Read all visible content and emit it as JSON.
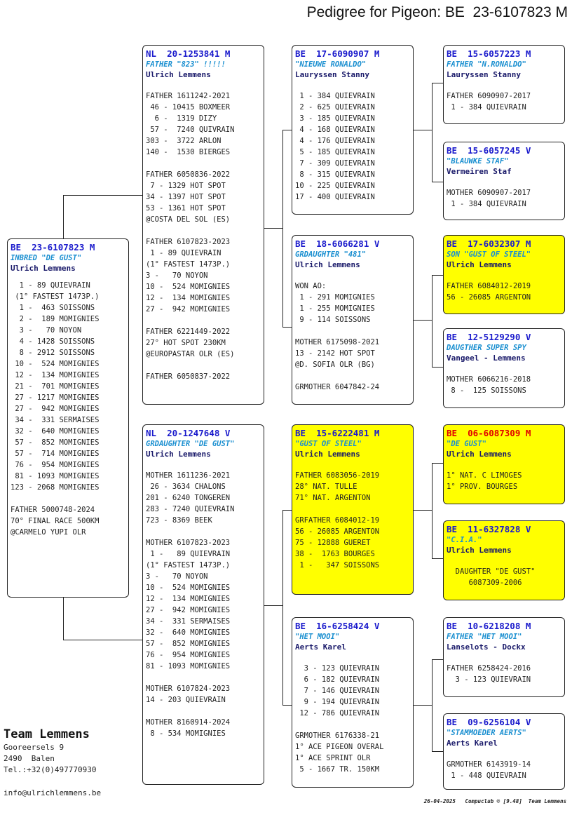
{
  "title": "Pedigree for Pigeon: BE  23-6107823 M",
  "colors": {
    "highlight": "#ffff00",
    "id_blue": "#1a1acc",
    "id_red": "#e00000",
    "name_blue": "#1a8fd0"
  },
  "boxes": {
    "main": {
      "id": "BE  23-6107823 M",
      "name": "INBRED \"DE GUST\"",
      "owner": "Ulrich Lemmens",
      "info": "  1 - 89 QUIEVRAIN\n (1° FASTEST 1473P.)\n  1 -  463 SOISSONS\n  2 -  189 MOMIGNIES\n  3 -   70 NOYON\n  4 - 1428 SOISSONS\n  8 - 2912 SOISSONS\n 10 -  524 MOMIGNIES\n 12 -  134 MOMIGNIES\n 21 -  701 MOMIGNIES\n 27 - 1217 MOMIGNIES\n 27 -  942 MOMIGNIES\n 34 -  331 SERMAISES\n 32 -  640 MOMIGNIES\n 57 -  852 MOMIGNIES\n 57 -  714 MOMIGNIES\n 76 -  954 MOMIGNIES\n 81 - 1093 MOMIGNIES\n123 - 2068 MOMIGNIES\n\nFATHER 5000748-2024\n70° FINAL RACE 500KM\n@CARMELO YUPI OLR"
    },
    "father": {
      "id": "NL  20-1253841 M",
      "name": "FATHER \"823\" !!!!!",
      "owner": "Ulrich Lemmens",
      "info": "FATHER 1611242-2021\n 46 - 10415 BOXMEER\n  6 -  1319 DIZY\n 57 -  7240 QUIVRAIN\n303 -  3722 ARLON\n140 -  1530 BIERGES\n\nFATHER 6050836-2022\n 7 - 1329 HOT SPOT\n34 - 1397 HOT SPOT\n53 - 1361 HOT SPOT\n@COSTA DEL SOL (ES)\n\nFATHER 6107823-2023\n 1 - 89 QUIEVRAIN\n(1° FASTEST 1473P.)\n3 -   70 NOYON\n10 -  524 MOMIGNIES\n12 -  134 MOMIGNIES\n27 -  942 MOMIGNIES\n\nFATHER 6221449-2022\n27° HOT SPOT 230KM\n@EUROPASTAR OLR (ES)\n\nFATHER 6050837-2022"
    },
    "mother": {
      "id": "NL  20-1247648 V",
      "name": "GRDAUGHTER \"DE GUST\"",
      "owner": "Ulrich Lemmens",
      "info": "MOTHER 1611236-2021\n 26 - 3634 CHALONS\n201 - 6240 TONGEREN\n283 - 7240 QUIEVRAIN\n723 - 8369 BEEK\n\nMOTHER 6107823-2023\n 1 -   89 QUIEVRAIN\n(1° FASTEST 1473P.)\n3 -   70 NOYON\n10 -  524 MOMIGNIES\n12 -  134 MOMIGNIES\n27 -  942 MOMIGNIES\n34 -  331 SERMAISES\n32 -  640 MOMIGNIES\n57 -  852 MOMIGNIES\n76 -  954 MOMIGNIES\n81 - 1093 MOMIGNIES\n\nMOTHER 6107824-2023\n14 - 203 QUIEVRAIN\n\nMOTHER 8160914-2024\n 8 - 534 MOMIGNIES"
    },
    "ff": {
      "id": "BE  17-6090907 M",
      "name": "\"NIEUWE RONALDO\"",
      "owner": "Lauryssen Stanny",
      "info": " 1 - 384 QUIEVRAIN\n 2 - 625 QUIEVRAIN\n 3 - 185 QUIEVRAIN\n 4 - 168 QUIEVRAIN\n 4 - 176 QUIEVRAIN\n 5 - 185 QUIEVRAIN\n 7 - 309 QUIEVRAIN\n 8 - 315 QUIEVRAIN\n10 - 225 QUIEVRAIN\n17 - 400 QUIEVRAIN"
    },
    "fm": {
      "id": "BE  18-6066281 V",
      "name": "GRDAUGHTER \"481\"",
      "owner": "Ulrich Lemmens",
      "info": "WON AO:\n 1 - 291 MOMIGNIES\n 1 - 255 MOMIGNIES\n 9 - 114 SOISSONS\n\nMOTHER 6175098-2021\n13 - 2142 HOT SPOT\n@D. SOFIA OLR (BG)\n\nGRMOTHER 6047842-24"
    },
    "mf": {
      "id": "BE  15-6222481 M",
      "name": "\"GUST OF STEEL\"",
      "owner": "Ulrich Lemmens",
      "info": "FATHER 6083056-2019\n28° NAT. TULLE\n71° NAT. ARGENTON\n\nGRFATHER 6084012-19\n56 - 26085 ARGENTON\n75 - 12888 GUERET\n38 -  1763 BOURGES\n 1 -   347 SOISSONS"
    },
    "mm": {
      "id": "BE  16-6258424 V",
      "name": "\"HET MOOI\"",
      "owner": "Aerts Karel",
      "info": "  3 - 123 QUIEVRAIN\n  6 - 182 QUIEVRAIN\n  7 - 146 QUIEVRAIN\n  9 - 194 QUIEVRAIN\n 12 - 786 QUIEVRAIN\n\nGRMOTHER 6176338-21\n1° ACE PIGEON OVERAL\n1° ACE SPRINT OLR\n 5 - 1667 TR. 150KM"
    },
    "fff": {
      "id": "BE  15-6057223 M",
      "name": "FATHER \"N.RONALDO\"",
      "owner": "Lauryssen Stanny",
      "info": "FATHER 6090907-2017\n 1 - 384 QUIEVRAIN"
    },
    "ffm": {
      "id": "BE  15-6057245 V",
      "name": "\"BLAUWKE STAF\"",
      "owner": "Vermeiren Staf",
      "info": "MOTHER 6090907-2017\n 1 - 384 QUIEVRAIN"
    },
    "fmf": {
      "id": "BE  17-6032307 M",
      "name": "SON \"GUST OF STEEL\"",
      "owner": "Ulrich Lemmens",
      "info": "FATHER 6084012-2019\n56 - 26085 ARGENTON"
    },
    "fmm": {
      "id": "BE  12-5129290 V",
      "name": "DAUGTHER SUPER SPY",
      "owner": "Vangeel - Lemmens",
      "info": "MOTHER 6066216-2018\n 8 -  125 SOISSONS"
    },
    "mff": {
      "id": "BE  06-6087309 M",
      "name": "\"DE GUST\"",
      "owner": "Ulrich Lemmens",
      "info": "1° NAT. C LIMOGES\n1° PROV. BOURGES"
    },
    "mfm": {
      "id": "BE  11-6327828 V",
      "name": "\"C.I.A.\"",
      "owner": "Ulrich Lemmens",
      "info": "  DAUGHTER \"DE GUST\"\n     6087309-2006"
    },
    "mmf": {
      "id": "BE  10-6218208 M",
      "name": "FATHER \"HET MOOI\"",
      "owner": "Lanselots - Dockx",
      "info": "FATHER 6258424-2016\n  3 - 123 QUIEVRAIN"
    },
    "mmm": {
      "id": "BE  09-6256104 V",
      "name": "\"STAMMOEDER AERTS\"",
      "owner": "Aerts Karel",
      "info": "GRMOTHER 6143919-14\n 1 - 448 QUIEVRAIN"
    }
  },
  "team": {
    "name": "Team Lemmens",
    "street": "Gooreersels 9",
    "city": "2490  Balen",
    "phone": "Tel.:+32(0)497770930",
    "email": "info@ulrichlemmens.be"
  },
  "footer": "26-04-2025   Compuclub © [9.48]  Team Lemmens"
}
